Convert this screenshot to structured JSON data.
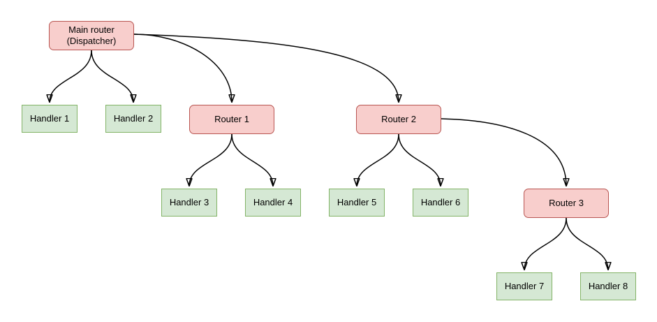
{
  "diagram": {
    "nodes": {
      "main": {
        "label": "Main router\n(Dispatcher)",
        "type": "router"
      },
      "router1": {
        "label": "Router 1",
        "type": "router"
      },
      "router2": {
        "label": "Router 2",
        "type": "router"
      },
      "router3": {
        "label": "Router 3",
        "type": "router"
      },
      "handler1": {
        "label": "Handler 1",
        "type": "handler"
      },
      "handler2": {
        "label": "Handler 2",
        "type": "handler"
      },
      "handler3": {
        "label": "Handler 3",
        "type": "handler"
      },
      "handler4": {
        "label": "Handler 4",
        "type": "handler"
      },
      "handler5": {
        "label": "Handler 5",
        "type": "handler"
      },
      "handler6": {
        "label": "Handler 6",
        "type": "handler"
      },
      "handler7": {
        "label": "Handler 7",
        "type": "handler"
      },
      "handler8": {
        "label": "Handler 8",
        "type": "handler"
      }
    },
    "edges": [
      {
        "from": "main",
        "to": "handler1"
      },
      {
        "from": "main",
        "to": "handler2"
      },
      {
        "from": "main",
        "to": "router1"
      },
      {
        "from": "main",
        "to": "router2"
      },
      {
        "from": "router1",
        "to": "handler3"
      },
      {
        "from": "router1",
        "to": "handler4"
      },
      {
        "from": "router2",
        "to": "handler5"
      },
      {
        "from": "router2",
        "to": "handler6"
      },
      {
        "from": "router2",
        "to": "router3"
      },
      {
        "from": "router3",
        "to": "handler7"
      },
      {
        "from": "router3",
        "to": "handler8"
      }
    ],
    "colors": {
      "router_fill": "#f8cecc",
      "router_border": "#b85450",
      "handler_fill": "#d5e8d4",
      "handler_border": "#82b366",
      "edge": "#000000",
      "background": "#ffffff"
    }
  }
}
